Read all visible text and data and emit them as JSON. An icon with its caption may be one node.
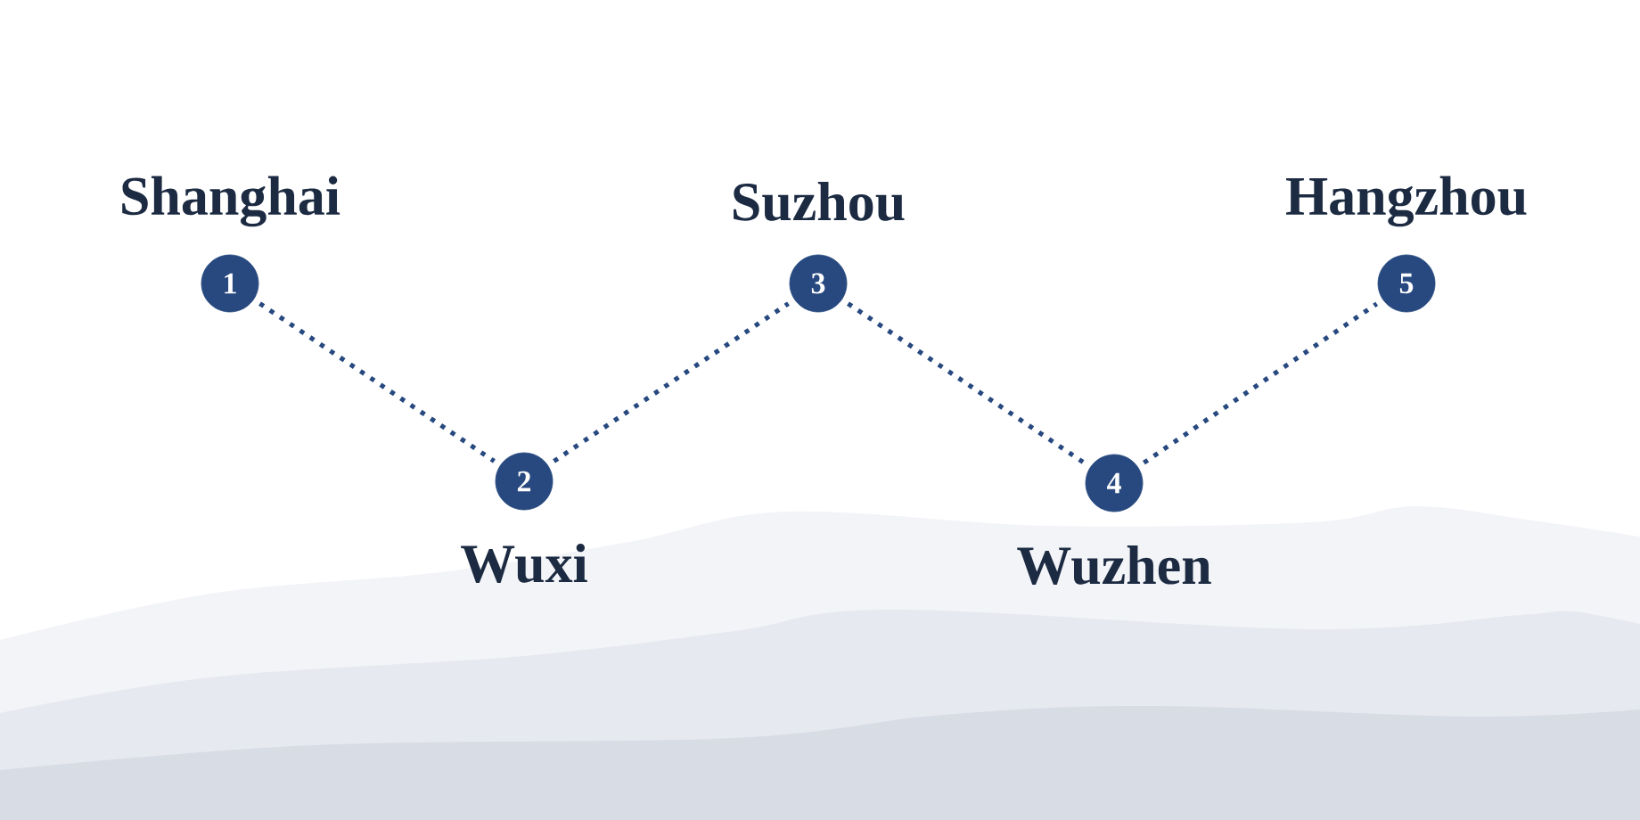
{
  "diagram": {
    "nodes": [
      {
        "text": [
          "1"
        ],
        "beside": [
          "Shanghai"
        ]
      },
      {
        "text": [
          "2"
        ],
        "beside": [
          "Wuxi"
        ]
      },
      {
        "text": [
          "3"
        ],
        "beside": [
          "Suzhou"
        ]
      },
      {
        "text": [
          "4"
        ],
        "beside": [
          "Wuzhen"
        ]
      },
      {
        "text": [
          "5"
        ],
        "beside": [
          "Hangzhou"
        ]
      }
    ],
    "edges": [
      {
        "from": 0,
        "to": 1,
        "arrow": "none"
      },
      {
        "from": 1,
        "to": 2,
        "arrow": "none"
      },
      {
        "from": 2,
        "to": 3,
        "arrow": "none"
      },
      {
        "from": 3,
        "to": 4,
        "arrow": "none"
      }
    ]
  }
}
